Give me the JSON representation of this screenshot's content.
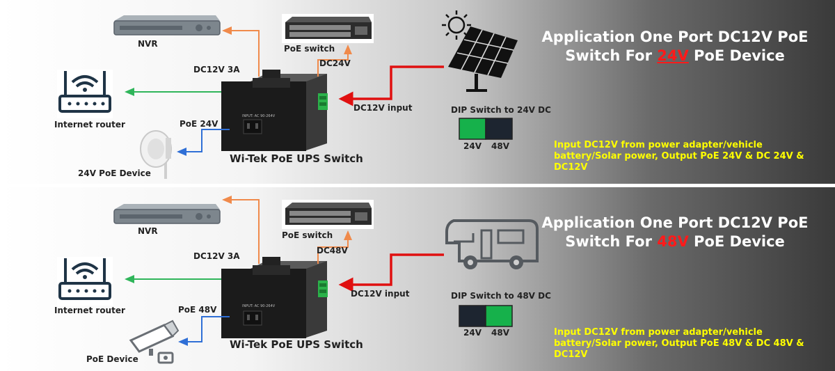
{
  "top": {
    "nvr_label": "NVR",
    "poe_switch_label": "PoE switch",
    "dc_out_label": "DC24V",
    "dc12v3a_label": "DC12V 3A",
    "router_label": "Internet router",
    "poe_label": "PoE 24V",
    "device_label": "24V PoE Device",
    "product_label": "Wi-Tek PoE UPS Switch",
    "input_label": "DC12V input",
    "dip_label": "DIP Switch to 24V DC",
    "dip_24": "24V",
    "dip_48": "48V",
    "dip_active": "24V",
    "title_line1": "Application  One Port DC12V PoE",
    "title_pre": "Switch For ",
    "title_hl": "24V",
    "title_post": " PoE Device",
    "description": "Input DC12V from power adapter/vehicle battery/Solar power, Output PoE 24V & DC 24V & DC12V",
    "input_plate": "INPUT: AC 90-264V"
  },
  "bottom": {
    "nvr_label": "NVR",
    "poe_switch_label": "PoE switch",
    "dc_out_label": "DC48V",
    "dc12v3a_label": "DC12V 3A",
    "router_label": "Internet router",
    "poe_label": "PoE 48V",
    "device_label": "PoE Device",
    "product_label": "Wi-Tek PoE UPS Switch",
    "input_label": "DC12V input",
    "dip_label": "DIP Switch to 48V DC",
    "dip_24": "24V",
    "dip_48": "48V",
    "dip_active": "48V",
    "title_line1": "Application  One Port DC12V PoE",
    "title_pre": "Switch For ",
    "title_hl": "48V",
    "title_post": " PoE Device",
    "description": "Input DC12V from power adapter/vehicle battery/Solar power, Output PoE 48V & DC 48V & DC12V",
    "input_plate": "INPUT: AC 90-264V"
  },
  "colors": {
    "orange_line": "#f08a4b",
    "green_line": "#2fb55a",
    "blue_line": "#2f6fd6",
    "red_line": "#e01010",
    "dip_on": "#16b14b",
    "dip_off": "#1d2530",
    "title_highlight": "#ff1a1a",
    "description": "#ffff00"
  }
}
